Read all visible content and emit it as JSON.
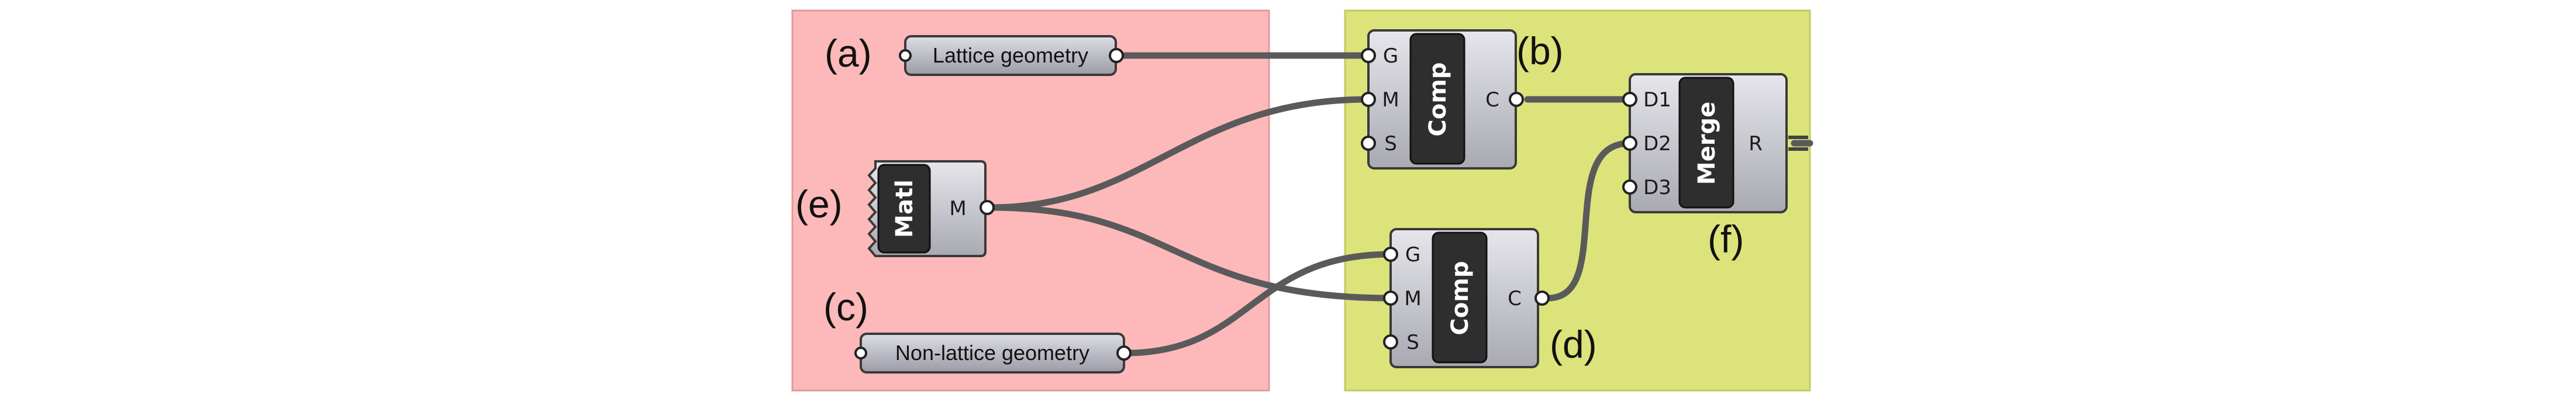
{
  "colors": {
    "group_left": "#fdb9b9",
    "group_right": "#dce37a",
    "wire": "#5a5a5a",
    "component_body": "#c8c8cf",
    "badge": "#2e2e2e"
  },
  "panels": {
    "lattice": {
      "label": "(a)",
      "text": "Lattice geometry"
    },
    "nonlattice": {
      "label": "(c)",
      "text": "Non-lattice geometry"
    }
  },
  "matl": {
    "label": "(e)",
    "name": "Matl",
    "outputs": [
      "M"
    ]
  },
  "comp_b": {
    "label": "(b)",
    "name": "Comp",
    "inputs": [
      "G",
      "M",
      "S"
    ],
    "outputs": [
      "C"
    ]
  },
  "comp_d": {
    "label": "(d)",
    "name": "Comp",
    "inputs": [
      "G",
      "M",
      "S"
    ],
    "outputs": [
      "C"
    ]
  },
  "merge": {
    "label": "(f)",
    "name": "Merge",
    "inputs": [
      "D1",
      "D2",
      "D3"
    ],
    "outputs": [
      "R"
    ]
  }
}
